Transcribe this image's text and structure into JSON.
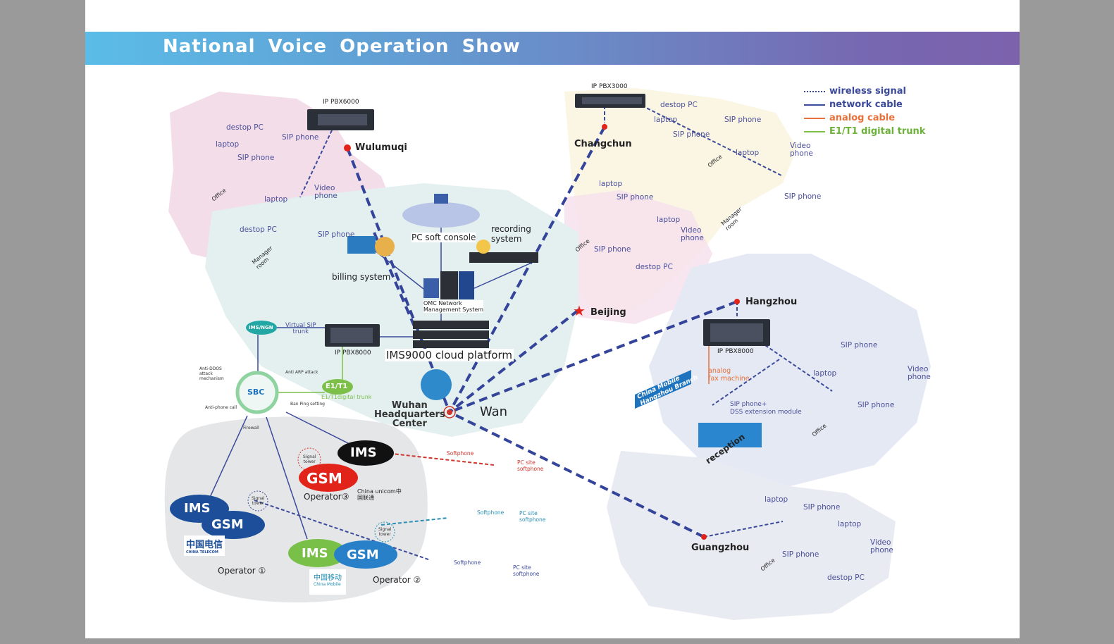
{
  "header": {
    "title": "National  Voice  Operation  Show"
  },
  "legend": {
    "items": [
      {
        "label": "wireless signal",
        "style": "dotted",
        "color": "#3b4a9a"
      },
      {
        "label": "network cable",
        "style": "solid",
        "color": "#3b4a9a"
      },
      {
        "label": "analog cable",
        "style": "solid",
        "color": "#e8703a"
      },
      {
        "label": "E1/T1 digital trunk",
        "style": "solid",
        "color": "#7cc04a"
      }
    ]
  },
  "cities": {
    "wulumuqi": "Wulumuqi",
    "changchun": "Changchun",
    "beijing": "Beijing",
    "hangzhou": "Hangzhou",
    "guangzhou": "Guangzhou",
    "wuhan": [
      "Wuhan",
      "Headquarters",
      "Center"
    ],
    "wan": "Wan"
  },
  "devices": {
    "pbx6000": "IP PBX6000",
    "pbx3000": "IP PBX3000",
    "pbx8000_center": "IP PBX8000",
    "pbx8000_hangzhou": "IP PBX8000",
    "ims9000": "IMS9000 cloud platform",
    "omc": [
      "OMC Network",
      "Management System"
    ],
    "pc_soft_console": "PC soft console",
    "recording": [
      "recording",
      "system"
    ],
    "billing": "billing system"
  },
  "trunks": {
    "ims_ngn": "IMS/NGN",
    "virtual_sip": [
      "Virtual SIP",
      "trunk"
    ],
    "e1t1_cloud": "E1/T1",
    "e1t1_label": "E1/T1digital trunk",
    "sbc": "SBC",
    "sbc_features": [
      "Anti-DDOS attack mechanism",
      "Anti ARP attack",
      "Ban Ping setting",
      "Anti-phone call",
      "Firewall"
    ]
  },
  "operators": {
    "op1": {
      "clouds": [
        "IMS",
        "GSM"
      ],
      "brand": "中国电信",
      "brand_en": "CHINA TELECOM",
      "label": "Operator ①"
    },
    "op2": {
      "clouds": [
        "IMS",
        "GSM"
      ],
      "brand": "中国移动",
      "brand_en": "China Mobile",
      "label": "Operator ②"
    },
    "op3": {
      "clouds": [
        "IMS",
        "GSM"
      ],
      "brand": "China unicom中国联通",
      "label": "Operator③"
    },
    "signal_tower": [
      "Signal",
      "tower"
    ]
  },
  "softphones": [
    {
      "user": "Softphone",
      "site": [
        "PC site",
        "softphone"
      ],
      "color": "#d0342c"
    },
    {
      "user": "Softphone",
      "site": [
        "PC site",
        "softphone"
      ],
      "color": "#2a8fb4"
    },
    {
      "user": "Softphone",
      "site": [
        "PC site",
        "softphone"
      ],
      "color": "#3b4a9a"
    }
  ],
  "offices": {
    "wulumuqi": {
      "labels": [
        "destop PC",
        "SIP phone",
        "laptop",
        "SIP phone",
        "Video phone",
        "laptop",
        "destop PC",
        "SIP phone"
      ],
      "rooms": [
        "Office",
        "Manager room"
      ]
    },
    "changchun": {
      "labels": [
        "destop PC",
        "laptop",
        "SIP phone",
        "SIP phone",
        "laptop",
        "Video phone",
        "SIP phone"
      ],
      "rooms": [
        "Office",
        "Manager room"
      ]
    },
    "beijing": {
      "labels": [
        "laptop",
        "SIP phone",
        "laptop",
        "Video phone",
        "SIP phone",
        "destop PC"
      ],
      "rooms": [
        "Office"
      ]
    },
    "hangzhou": {
      "branch": [
        "China Mobile",
        "Hangzhou Branch"
      ],
      "analog": [
        "analog",
        "fax machine"
      ],
      "dss": [
        "SIP phone+",
        "DSS extension module"
      ],
      "reception": "reception",
      "labels": [
        "SIP phone",
        "laptop",
        "Video phone",
        "SIP phone"
      ],
      "rooms": [
        "Office"
      ]
    },
    "guangzhou": {
      "labels": [
        "laptop",
        "SIP phone",
        "laptop",
        "Video phone",
        "SIP phone",
        "destop PC"
      ],
      "rooms": [
        "Office"
      ]
    }
  }
}
